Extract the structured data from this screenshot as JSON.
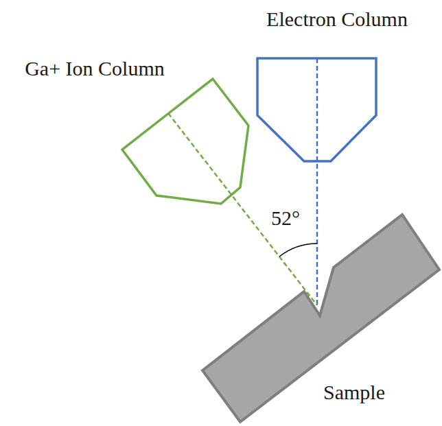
{
  "diagram": {
    "labels": [
      "Electron Column",
      "Ga+ Ion Column",
      "52°",
      "Sample"
    ]
  }
}
